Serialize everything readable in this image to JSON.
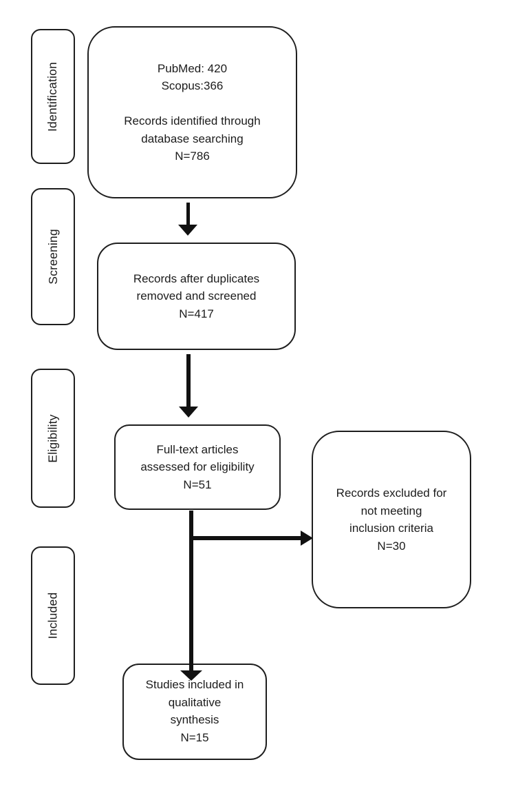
{
  "diagram": {
    "type": "prisma-flow",
    "colors": {
      "background": "#ffffff",
      "line": "#1e1e1e",
      "arrow": "#111111",
      "text": "#1c1c1c"
    }
  },
  "stages": [
    {
      "label": "Identification"
    },
    {
      "label": "Screening"
    },
    {
      "label": "Eligibility"
    },
    {
      "label": "Included"
    }
  ],
  "boxes": {
    "identified": {
      "text": "PubMed: 420\nScopus:366\n\nRecords identified through\ndatabase searching\nN=786",
      "count": 786,
      "sources": [
        {
          "name": "PubMed",
          "count": 420
        },
        {
          "name": "Scopus",
          "count": 366
        }
      ]
    },
    "screened": {
      "text": "Records after duplicates\nremoved and screened\nN=417",
      "count": 417
    },
    "eligible": {
      "text": "Full-text articles\nassessed for eligibility\nN=51",
      "count": 51
    },
    "excluded": {
      "text": "Records excluded for\nnot meeting\ninclusion criteria\nN=30",
      "count": 30
    },
    "included": {
      "text": "Studies included in\nqualitative\nsynthesis\nN=15",
      "count": 15
    }
  }
}
